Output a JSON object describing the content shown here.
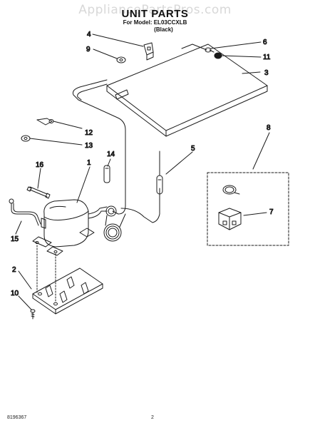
{
  "watermark": "AppliancePartsPros.com",
  "header": {
    "title": "UNIT PARTS",
    "model_line": "For Model: EL03CCXLB",
    "color_line": "(Black)"
  },
  "callouts": [
    "1",
    "2",
    "3",
    "4",
    "5",
    "6",
    "7",
    "8",
    "9",
    "10",
    "11",
    "12",
    "13",
    "14",
    "15",
    "16"
  ],
  "footer": {
    "doc_number": "8196367",
    "page_number": "2"
  },
  "colors": {
    "line": "#1a1a1a",
    "watermark": "#d8d8d8",
    "background": "#ffffff"
  }
}
